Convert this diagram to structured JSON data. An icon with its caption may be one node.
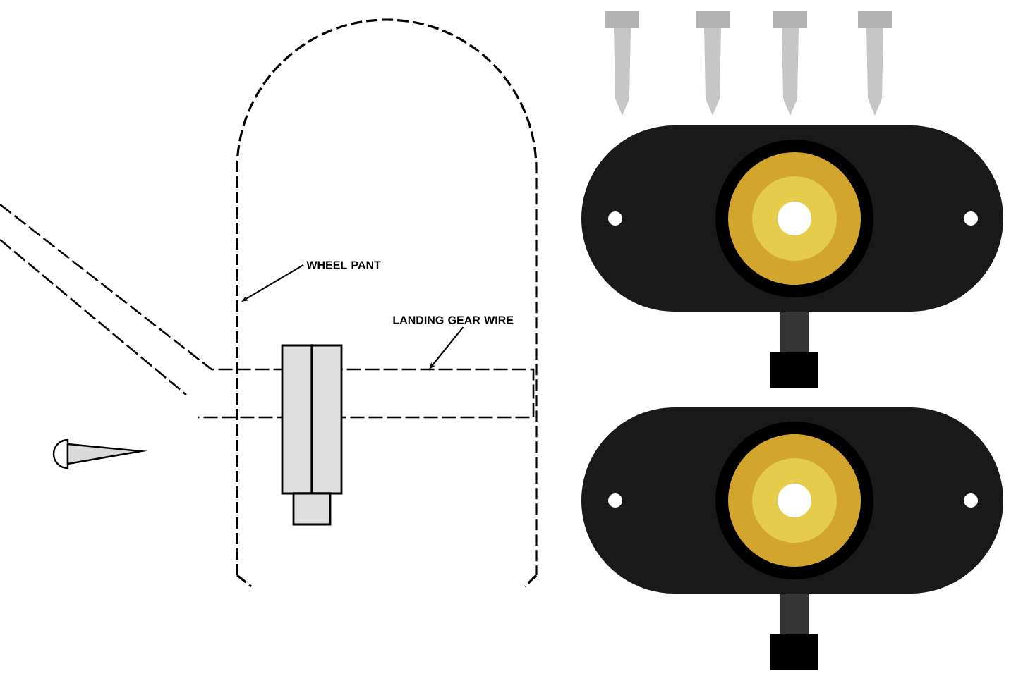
{
  "diagram": {
    "nodes": [
      {
        "text": [
          "WHEEL PANT"
        ]
      },
      {
        "text": [
          "LANDING GEAR WIRE"
        ]
      }
    ],
    "edges": [
      {
        "from": 0,
        "to": null,
        "arrow": "to"
      },
      {
        "from": 1,
        "to": null,
        "arrow": "to"
      }
    ]
  }
}
